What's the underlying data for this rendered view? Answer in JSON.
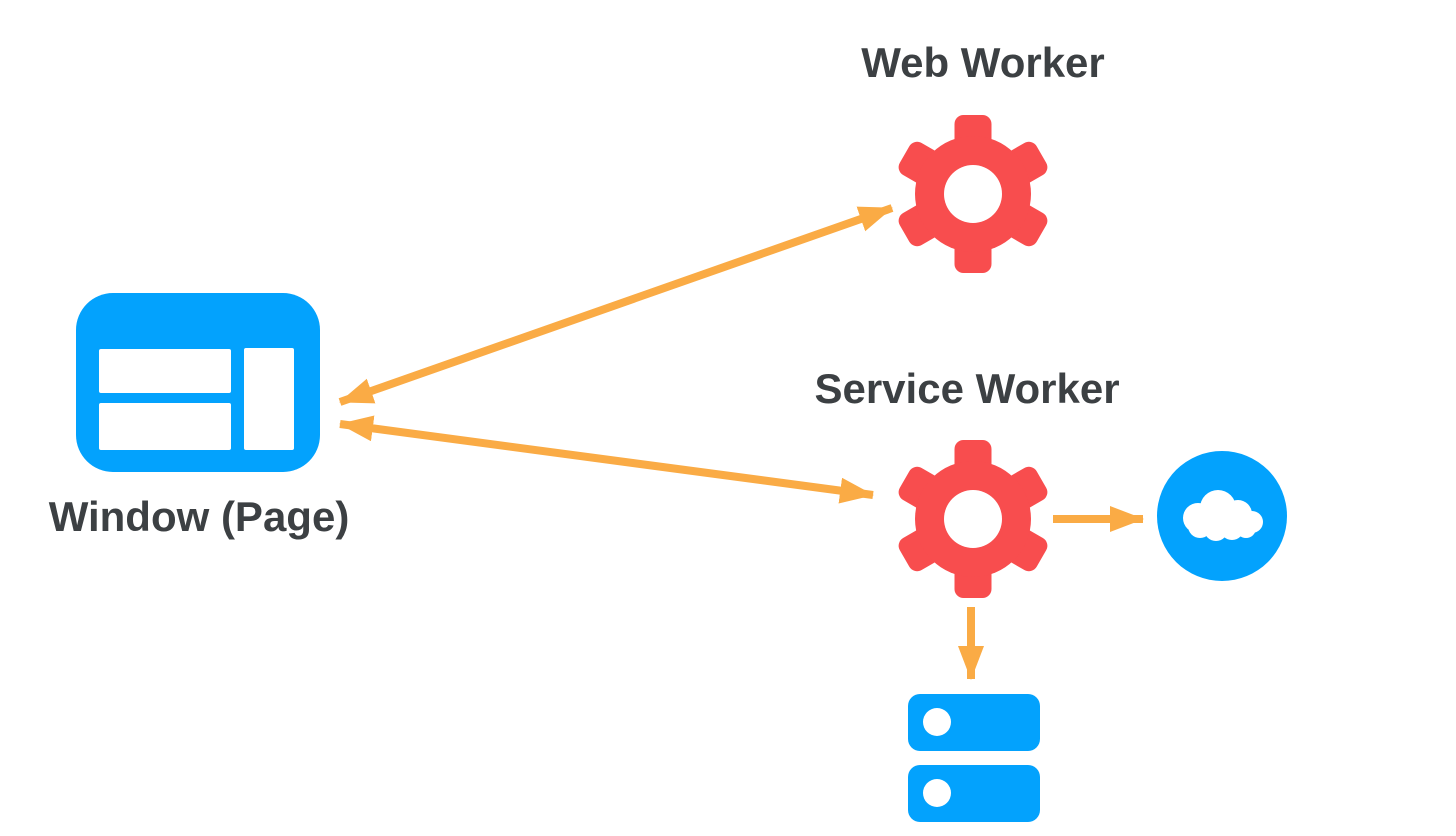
{
  "colors": {
    "blue": "#03A2FD",
    "red": "#F84D4E",
    "orange": "#FAAB45",
    "text": "#3C4043",
    "white": "#FFFFFF",
    "background": "#FFFFFF"
  },
  "nodes": {
    "window": {
      "label": "Window (Page)",
      "icon": "browser-window-icon"
    },
    "web_worker": {
      "label": "Web Worker",
      "icon": "gear-icon"
    },
    "service_worker": {
      "label": "Service Worker",
      "icon": "gear-icon"
    },
    "network": {
      "icon": "cloud-icon"
    },
    "storage": {
      "icon": "database-icon"
    }
  },
  "edges": [
    {
      "from": "window",
      "to": "web_worker",
      "style": "bidirectional-arrow"
    },
    {
      "from": "window",
      "to": "service_worker",
      "style": "bidirectional-arrow"
    },
    {
      "from": "service_worker",
      "to": "network",
      "style": "arrow"
    },
    {
      "from": "service_worker",
      "to": "storage",
      "style": "arrow"
    }
  ]
}
